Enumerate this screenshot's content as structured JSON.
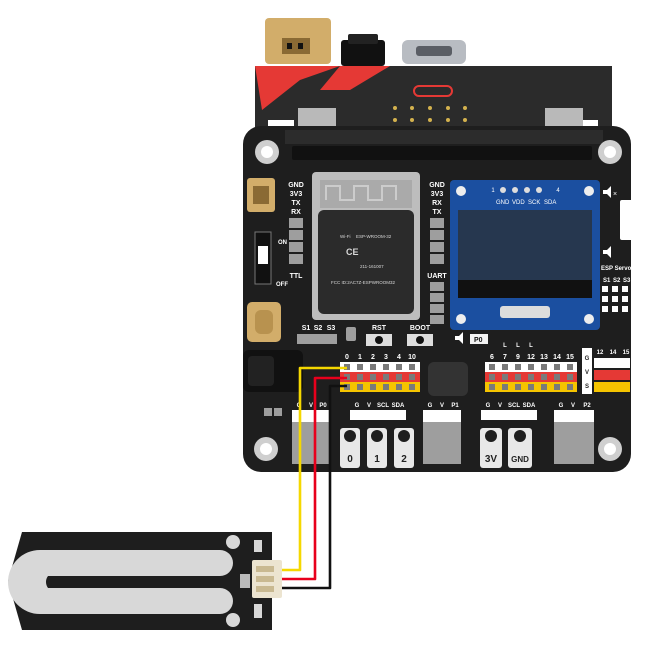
{
  "header_labels": {
    "left_uart": [
      "GND",
      "3V3",
      "TX",
      "RX"
    ],
    "right_uart": [
      "GND",
      "3V3",
      "RX",
      "TX"
    ],
    "on": "ON",
    "off": "OFF",
    "ttl": "TTL",
    "uart": "UART",
    "s_buttons": [
      "S1",
      "S2",
      "S3"
    ],
    "rst": "RST",
    "boot": "BOOT",
    "p0": "P0"
  },
  "module": {
    "wifi": "Wi-Fi",
    "name": "ESP-WROOM-32",
    "ce": "CE",
    "code1": "211-161007",
    "fcc": "FCC ID:2AC7Z-ESPWROOM32"
  },
  "oled": {
    "pin1": "1",
    "pin4": "4",
    "pins": [
      "GND",
      "VDD",
      "SCK",
      "SDA"
    ]
  },
  "servo": {
    "title": "ESP Servo",
    "pins": [
      "S1",
      "S2",
      "S3"
    ]
  },
  "pin_header_left": [
    "0",
    "1",
    "2",
    "3",
    "4",
    "10"
  ],
  "pin_header_right": [
    "6",
    "7",
    "9",
    "12",
    "13",
    "14",
    "15"
  ],
  "pin_header_right_top": [
    "L",
    "L",
    "L"
  ],
  "vertical_header": {
    "rows": [
      "G",
      "V",
      "S"
    ],
    "cols": [
      "12",
      "14",
      "15"
    ]
  },
  "connectors": {
    "gvp0": [
      "G",
      "V",
      "P0"
    ],
    "gvscl": [
      "G",
      "V",
      "SCL",
      "SDA"
    ],
    "gvp1": [
      "G",
      "V",
      "P1"
    ],
    "gvp2": [
      "G",
      "V",
      "P2"
    ]
  },
  "edge_pads": [
    "0",
    "1",
    "2",
    "3V",
    "GND"
  ],
  "wires": {
    "colors": {
      "yellow": "#f5d800",
      "red": "#e8001c",
      "black": "#111111"
    }
  },
  "colors": {
    "board": "#1e1e1e",
    "pcb_red": "#e53935",
    "pcb_yellow": "#f5c400",
    "oled_blue": "#1b4fa0"
  }
}
